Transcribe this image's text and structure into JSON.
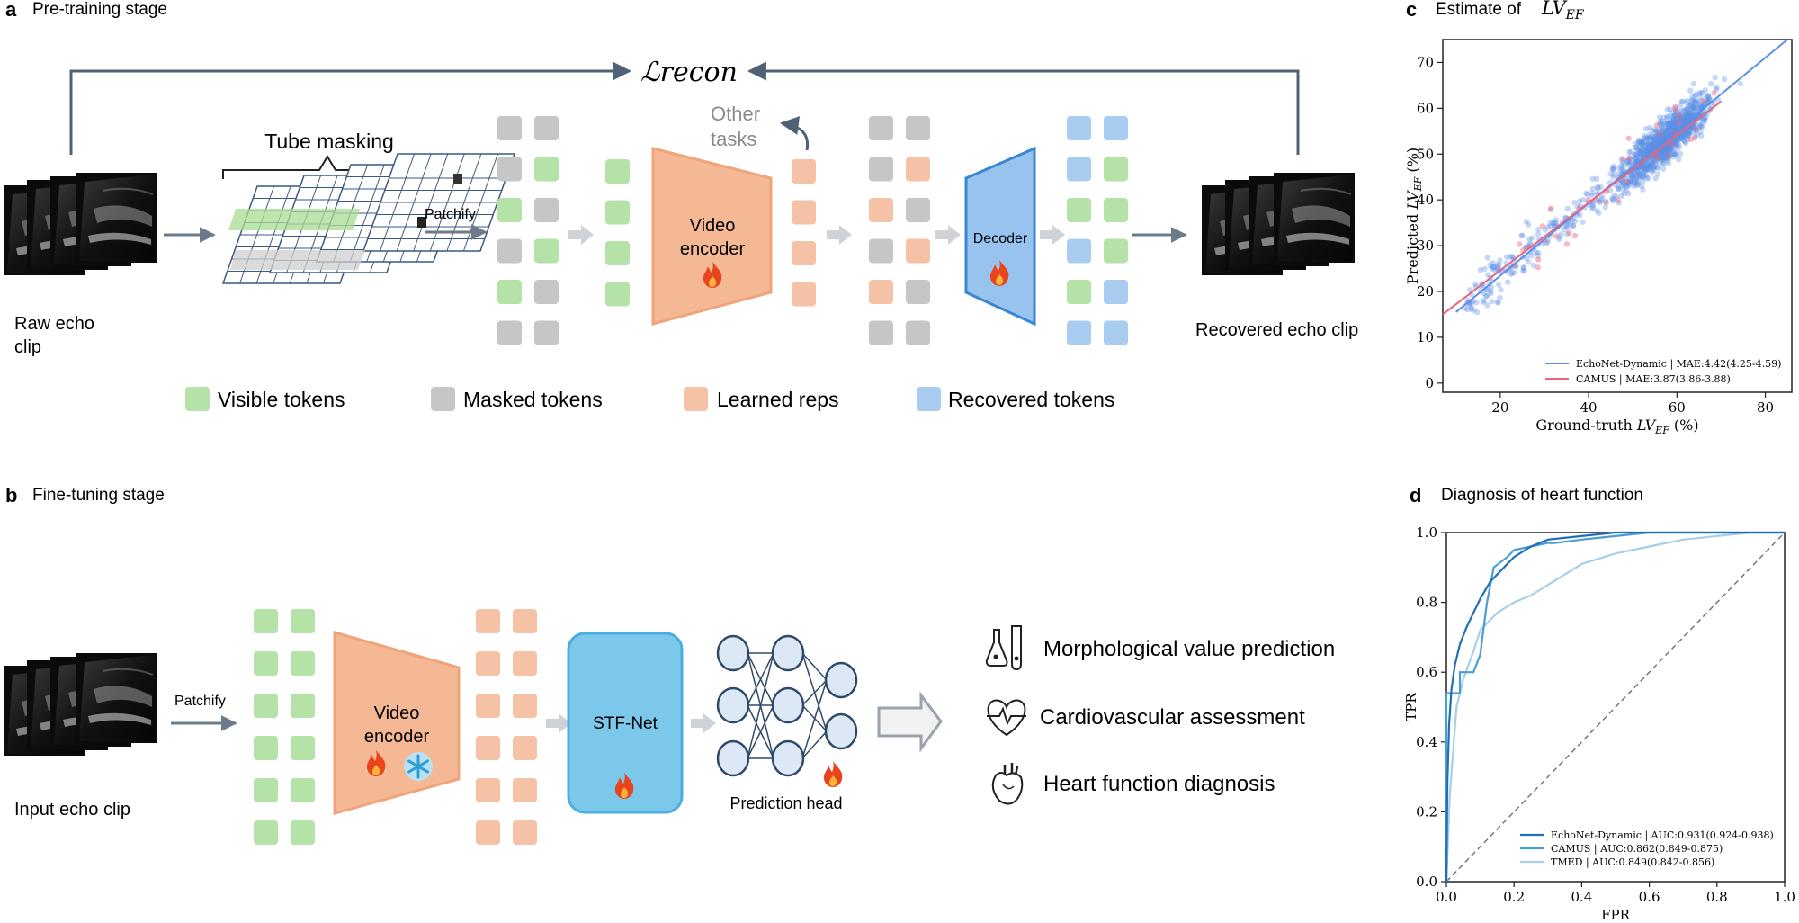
{
  "panel_a": {
    "letter": "a",
    "title": "Pre-training stage",
    "loss_label": "ℒrecon",
    "tube_masking": "Tube masking",
    "patchify": "Patchify",
    "raw_clip_line1": "Raw echo",
    "raw_clip_line2": "clip",
    "encoder_line1": "Video",
    "encoder_line2": "encoder",
    "other_tasks_line1": "Other",
    "other_tasks_line2": "tasks",
    "decoder": "Decoder",
    "recovered_clip": "Recovered echo clip"
  },
  "legend": {
    "visible": "Visible tokens",
    "masked": "Masked tokens",
    "learned": "Learned reps",
    "recovered": "Recovered tokens"
  },
  "panel_b": {
    "letter": "b",
    "title": "Fine-tuning stage",
    "patchify": "Patchify",
    "input_clip": "Input echo clip",
    "encoder_line1": "Video",
    "encoder_line2": "encoder",
    "stf_net": "STF-Net",
    "prediction_head": "Prediction head",
    "tasks": [
      {
        "icon": "lab-flasks-icon",
        "label": "Morphological value prediction"
      },
      {
        "icon": "heart-pulse-icon",
        "label": "Cardiovascular assessment"
      },
      {
        "icon": "anatomical-heart-icon",
        "label": "Heart function diagnosis"
      }
    ]
  },
  "panel_c": {
    "letter": "c",
    "title_prefix": "Estimate of"
  },
  "panel_d": {
    "letter": "d",
    "title": "Diagnosis of heart function"
  },
  "colors": {
    "visible_token": "#b4e2a7",
    "masked_token": "#c6c6c6",
    "learned_token": "#f6c2a6",
    "recovered_token": "#a9cdf1",
    "encoder_fill": "#f5b894",
    "encoder_stroke": "#f0a479",
    "decoder_fill": "#98c3ee",
    "decoder_stroke": "#3b86d0",
    "stf_fill": "#7cc8ea",
    "stf_stroke": "#4aaedf",
    "arrow_gray": "#cfd3d7",
    "loss_line": "#4f6275",
    "fire": "#e8451f"
  },
  "chart_data": [
    {
      "type": "scatter",
      "title": "Estimate of LV_EF",
      "xlabel": "Ground-truth LV_EF (%)",
      "ylabel": "Predicted LV_EF (%)",
      "xlim": [
        7,
        86
      ],
      "ylim": [
        -2,
        75
      ],
      "xticks": [
        20,
        40,
        60,
        80
      ],
      "yticks": [
        0,
        10,
        20,
        30,
        40,
        50,
        60,
        70
      ],
      "grid": false,
      "legend_position": "lower-right",
      "series": [
        {
          "name": "EchoNet-Dynamic | MAE:4.42(4.25-4.59)",
          "color": "#5b8ee6",
          "fit_line": [
            [
              10,
              15.5
            ],
            [
              85,
              75
            ]
          ],
          "approx_points": 1200
        },
        {
          "name": "CAMUS | MAE:3.87(3.86-3.88)",
          "color": "#e8657f",
          "fit_line": [
            [
              7,
              15
            ],
            [
              70,
              61.5
            ]
          ],
          "approx_points": 40
        }
      ]
    },
    {
      "type": "line",
      "title": "Diagnosis of heart function",
      "xlabel": "FPR",
      "ylabel": "TPR",
      "xlim": [
        0,
        1
      ],
      "ylim": [
        0,
        1
      ],
      "xticks": [
        0.0,
        0.2,
        0.4,
        0.6,
        0.8,
        1.0
      ],
      "yticks": [
        0.0,
        0.2,
        0.4,
        0.6,
        0.8,
        1.0
      ],
      "grid": false,
      "legend_position": "lower-right",
      "series": [
        {
          "name": "EchoNet-Dynamic | AUC:0.931(0.924-0.938)",
          "color": "#1f6fb8",
          "x": [
            0,
            0.003,
            0.008,
            0.015,
            0.025,
            0.04,
            0.06,
            0.08,
            0.1,
            0.13,
            0.16,
            0.2,
            0.25,
            0.3,
            0.4,
            0.5,
            0.6,
            0.7,
            0.8,
            0.9,
            1.0
          ],
          "y": [
            0,
            0.28,
            0.45,
            0.55,
            0.62,
            0.68,
            0.73,
            0.77,
            0.81,
            0.86,
            0.89,
            0.93,
            0.96,
            0.98,
            0.99,
            1.0,
            1.0,
            1.0,
            1.0,
            1.0,
            1.0
          ]
        },
        {
          "name": "CAMUS | AUC:0.862(0.849-0.875)",
          "color": "#4a9fd2",
          "x": [
            0,
            0.0,
            0.04,
            0.04,
            0.08,
            0.1,
            0.12,
            0.13,
            0.14,
            0.18,
            0.2,
            0.25,
            0.3,
            0.32,
            0.4,
            0.5,
            0.6,
            0.7,
            0.8,
            0.9,
            1.0
          ],
          "y": [
            0,
            0.54,
            0.54,
            0.6,
            0.6,
            0.65,
            0.8,
            0.85,
            0.9,
            0.93,
            0.95,
            0.96,
            0.97,
            0.97,
            0.98,
            0.99,
            1.0,
            1.0,
            1.0,
            1.0,
            1.0
          ]
        },
        {
          "name": "TMED | AUC:0.849(0.842-0.856)",
          "color": "#a7cfe8",
          "x": [
            0,
            0.01,
            0.03,
            0.05,
            0.08,
            0.1,
            0.15,
            0.2,
            0.25,
            0.3,
            0.35,
            0.4,
            0.5,
            0.6,
            0.7,
            0.8,
            0.9,
            1.0
          ],
          "y": [
            0,
            0.25,
            0.5,
            0.58,
            0.66,
            0.72,
            0.77,
            0.8,
            0.82,
            0.85,
            0.88,
            0.91,
            0.94,
            0.96,
            0.98,
            0.99,
            1.0,
            1.0
          ]
        },
        {
          "name": "",
          "color": "#777777",
          "dashed": true,
          "x": [
            0,
            1
          ],
          "y": [
            0,
            1
          ]
        }
      ]
    }
  ]
}
